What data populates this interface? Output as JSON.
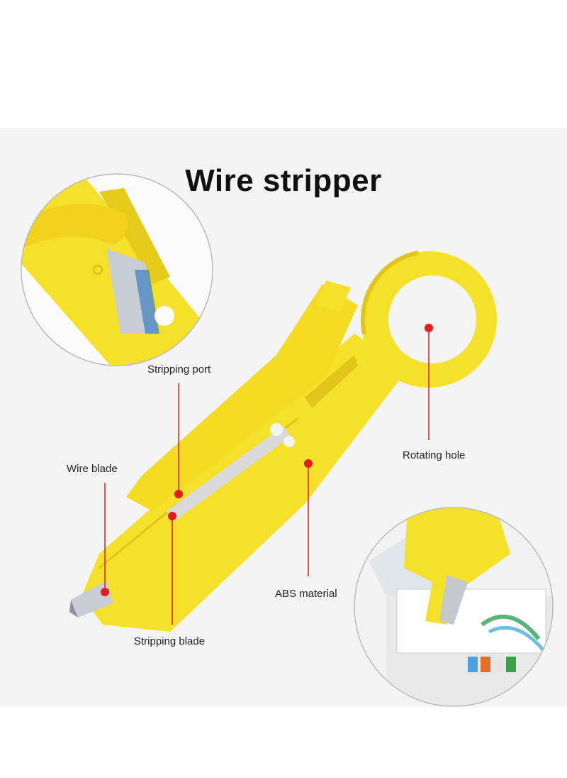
{
  "title": "Wire stripper",
  "labels": {
    "stripping_port": "Stripping port",
    "wire_blade": "Wire blade",
    "rotating_hole": "Rotating hole",
    "abs_material": "ABS material",
    "stripping_blade": "Stripping blade"
  },
  "colors": {
    "tool_yellow": "#f6e12a",
    "tool_shadow": "#e1c51a",
    "marker_red": "#e51c1c",
    "background": "#f4f4f4"
  }
}
